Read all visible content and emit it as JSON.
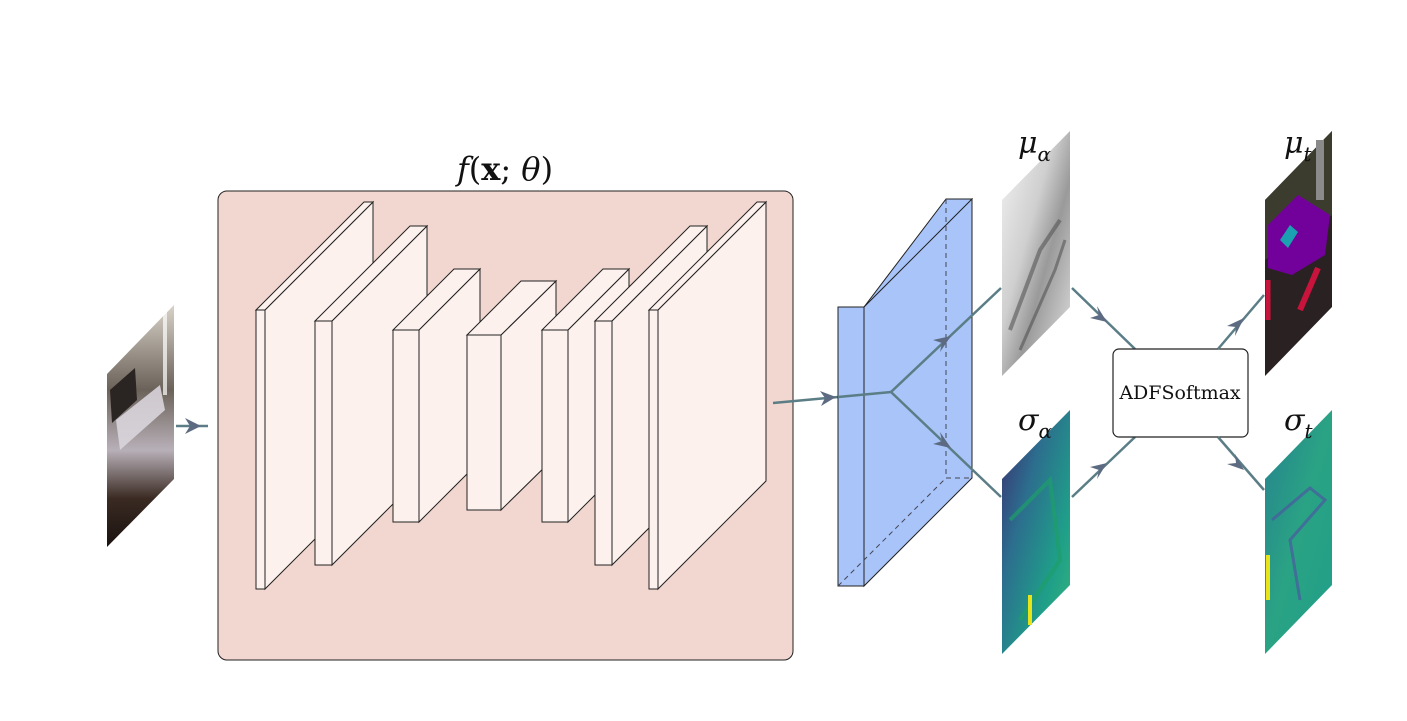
{
  "network": {
    "function_label": "f(x; θ)",
    "function_parts": {
      "f": "f",
      "open": "(",
      "x": "x",
      "sep": "; ",
      "theta": "θ",
      "close": ")"
    }
  },
  "outputs": {
    "mu_alpha": {
      "base": "μ",
      "sub": "α"
    },
    "sigma_alpha": {
      "base": "σ",
      "sub": "α"
    },
    "mu_t": {
      "base": "μ",
      "sub": "t"
    },
    "sigma_t": {
      "base": "σ",
      "sub": "t"
    }
  },
  "adf_box": {
    "label": "ADFSoftmax"
  },
  "colors": {
    "network_bg": "#f2d6d0",
    "layer_fill": "#fcf1ec",
    "feature_block": "#a8c4f8",
    "arrow": "#5a7d86",
    "arrowhead": "#5d6b82"
  }
}
